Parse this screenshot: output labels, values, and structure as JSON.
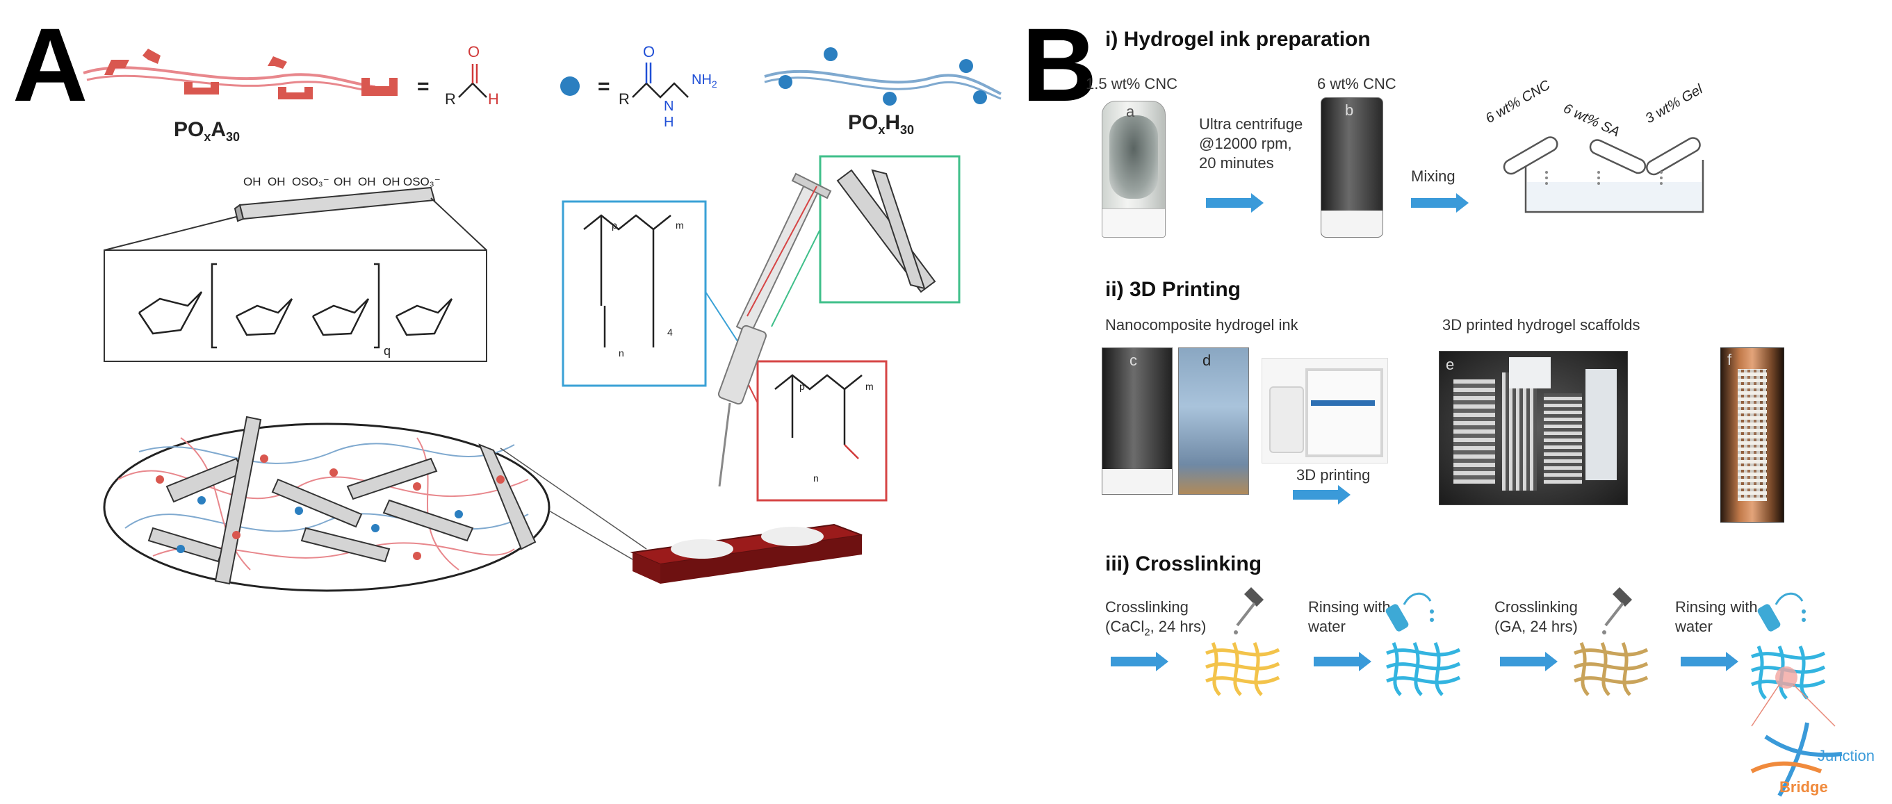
{
  "panel_a": {
    "letter": "A",
    "polymer_aldehyde": {
      "base": "PO",
      "sub1": "x",
      "mid": "A",
      "sub2": "30"
    },
    "polymer_hydrazide": {
      "base": "PO",
      "sub1": "x",
      "mid": "H",
      "sub2": "30"
    },
    "eq1": "=",
    "eq2": "=",
    "atoms": {
      "R": "R",
      "O": "O",
      "H": "H",
      "N": "N",
      "NH2": "NH",
      "NH2_sub": "2"
    },
    "cnc_groups": [
      "OH",
      "OH",
      "OSO₃⁻",
      "OH",
      "OH",
      "OH",
      "OSO₃⁻"
    ],
    "glucose_repeat": "q",
    "structure_labels": {
      "p": "p",
      "m": "m",
      "n": "n",
      "four": "4"
    },
    "colors": {
      "aldehyde": "#d13a3a",
      "hydrazide": "#1f4fd6",
      "polymer_red": "#e8878c",
      "polymer_blue": "#7fa9cf",
      "box_blue": "#3aa1d6",
      "box_green": "#3fbf8a",
      "box_red": "#d64545",
      "plate": "#9b1b1b",
      "arrow": "#3a9ad9"
    }
  },
  "panel_b": {
    "letter": "B",
    "section1": {
      "title": "i) Hydrogel ink preparation",
      "vial_a_caption": "1.5 wt% CNC",
      "vial_b_caption": "6 wt% CNC",
      "tag_a": "a",
      "tag_b": "b",
      "arrow1_lines": [
        "Ultra centrifuge",
        "@12000 rpm,",
        "20 minutes"
      ],
      "arrow2_label": "Mixing",
      "tubes": [
        "6 wt% CNC",
        "6 wt% SA",
        "3 wt% Gel"
      ]
    },
    "section2": {
      "title": "ii) 3D Printing",
      "ink_caption": "Nanocomposite hydrogel ink",
      "scaffold_caption": "3D printed hydrogel scaffolds",
      "arrow_label": "3D printing",
      "tag_c": "c",
      "tag_d": "d",
      "tag_e": "e",
      "tag_f": "f"
    },
    "section3": {
      "title": "iii) Crosslinking",
      "step1": {
        "line1": "Crosslinking",
        "line2_pre": "(CaCl",
        "line2_sub": "2",
        "line2_post": ", 24 hrs)"
      },
      "step2": [
        "Rinsing with",
        "water"
      ],
      "step3": [
        "Crosslinking",
        "(GA, 24 hrs)"
      ],
      "step4": [
        "Rinsing with",
        "water"
      ],
      "junction_label": "Junction",
      "bridge_label": "Bridge",
      "colors": {
        "mesh_yellow": "#f3c34a",
        "mesh_cyan": "#33b4e0",
        "mesh_brown": "#c9a35a",
        "junction": "#3a9ad9",
        "bridge": "#f08a3c"
      }
    }
  }
}
